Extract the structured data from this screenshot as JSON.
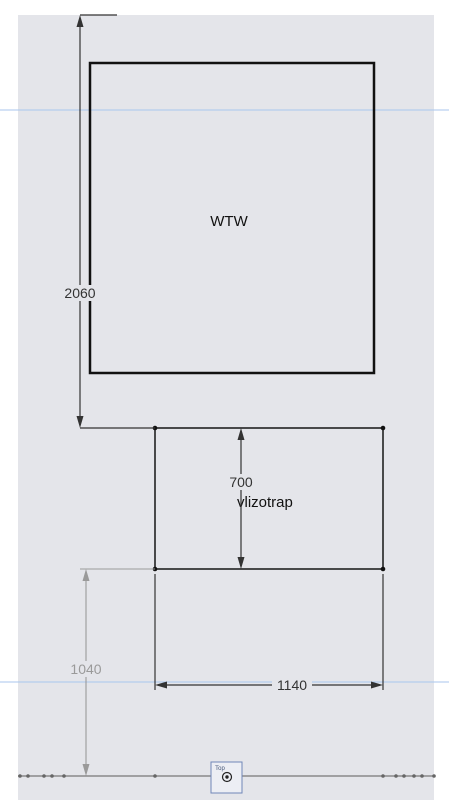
{
  "colors": {
    "background": "#ffffff",
    "sheet": "#e4e5ea",
    "guide_line": "#a9c6ee",
    "geometry": "#111111",
    "dimension": "#333333",
    "dimension_dim": "#9a9a9a"
  },
  "labels": {
    "wtw": "WTW",
    "vlizotrap": "vlizotrap"
  },
  "dimensions": {
    "height_2060": "2060",
    "height_700": "700",
    "width_1140": "1140",
    "height_1040": "1040"
  },
  "view_cube": {
    "label": "Top"
  }
}
